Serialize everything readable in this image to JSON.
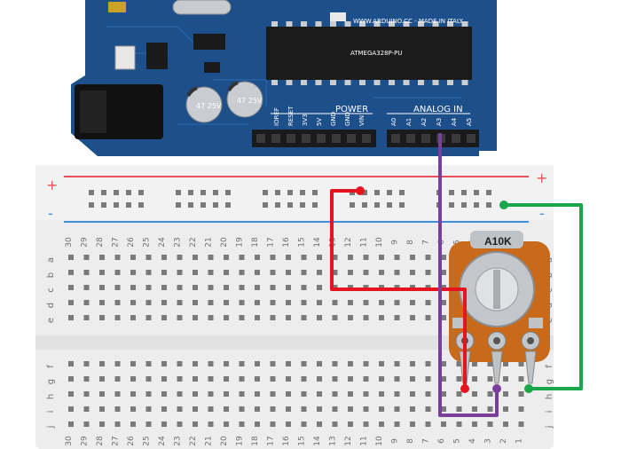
{
  "board": {
    "brand": "WWW.ARDUINO.CC - MADE IN ITALY",
    "chip_line1": "ATMEGA328P-PU",
    "power_label": "POWER",
    "analog_label": "ANALOG IN",
    "power_pins": [
      "IOREF",
      "RESET",
      "3V3",
      "5V",
      "GND",
      "GND",
      "VIN"
    ],
    "analog_pins": [
      "A0",
      "A1",
      "A2",
      "A3",
      "A4",
      "A5"
    ],
    "capacitor_label_1": "47 25V",
    "capacitor_label_2": "47 25V",
    "colors": {
      "pcb": "#1d4f8a",
      "header": "#1a1a1a"
    }
  },
  "breadboard": {
    "plus_label": "+",
    "minus_label": "-",
    "columns": [
      "30",
      "29",
      "28",
      "27",
      "26",
      "25",
      "24",
      "23",
      "22",
      "21",
      "20",
      "19",
      "18",
      "17",
      "16",
      "15",
      "14",
      "13",
      "12",
      "11",
      "10",
      "9",
      "8",
      "7",
      "6",
      "5",
      "4",
      "3",
      "2",
      "1"
    ],
    "rows_top": [
      "a",
      "b",
      "c",
      "d",
      "e"
    ],
    "rows_bottom": [
      "f",
      "g",
      "h",
      "i",
      "j"
    ],
    "colors": {
      "body": "#ededed",
      "rail_red": "#e8505b",
      "rail_blue": "#3e8fd6"
    }
  },
  "potentiometer": {
    "label": "A10K",
    "colors": {
      "pcb": "#c86a1a",
      "metal": "#bfc3c6"
    }
  },
  "wires": [
    {
      "id": "wire-red-5v",
      "color": "#e6141e"
    },
    {
      "id": "wire-purple-a3",
      "color": "#7a3f9a"
    },
    {
      "id": "wire-green-gnd",
      "color": "#1aa64a"
    }
  ]
}
